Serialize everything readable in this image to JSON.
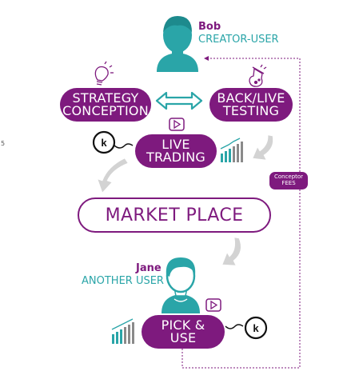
{
  "page_tag": "5",
  "colors": {
    "purple": "#7e1a7e",
    "teal": "#2aa5a8",
    "gray_arrow": "#cfcfcf",
    "bars_teal": "#2aa5a8",
    "bars_gray": "#8a8a8a"
  },
  "creator": {
    "name": "Bob",
    "role": "CREATOR-USER"
  },
  "user": {
    "name": "Jane",
    "role": "ANOTHER USER"
  },
  "nodes": {
    "strategy": {
      "line1": "STRATEGY",
      "line2": "CONCEPTION"
    },
    "backtest": {
      "line1": "BACK/LIVE",
      "line2": "TESTING"
    },
    "live": {
      "line1": "LIVE",
      "line2": "TRADING"
    },
    "market": "MARKET PLACE",
    "pick": {
      "line1": "PICK &",
      "line2": "USE"
    }
  },
  "fees": {
    "line1": "Conceptor",
    "line2": "FEES"
  },
  "icons": [
    "creator-avatar-icon",
    "lightbulb-icon",
    "flask-icon",
    "double-arrow-icon",
    "play-icon",
    "platform-logo-icon",
    "bar-chart-icon",
    "curved-arrow-icon",
    "user-avatar-icon",
    "dashed-flow-arrow"
  ]
}
